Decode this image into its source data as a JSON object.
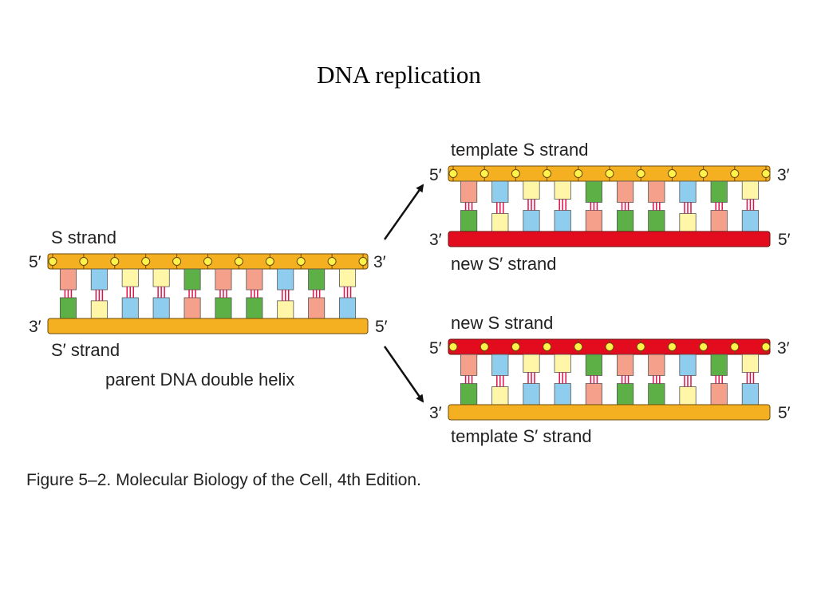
{
  "title": "DNA replication",
  "caption": "Figure 5–2. Molecular Biology of the Cell, 4th Edition.",
  "colors": {
    "template_strand": "#F5B021",
    "new_strand": "#E30B1E",
    "strand_outline": "#6b4a0a",
    "phosphate": "#FFF24A",
    "base_pink": "#F4A08A",
    "base_blue": "#8ECDEE",
    "base_yellow": "#FFF6A8",
    "base_green": "#5DB046",
    "h_bond": "#E3104A"
  },
  "parent": {
    "top_label": "S strand",
    "bottom_label": "S′ strand",
    "description": "parent DNA double helix",
    "top_left_end": "5′",
    "top_right_end": "3′",
    "bottom_left_end": "3′",
    "bottom_right_end": "5′"
  },
  "daughter_upper": {
    "top_label": "template S strand",
    "bottom_label": "new S′ strand",
    "top_left_end": "5′",
    "top_right_end": "3′",
    "bottom_left_end": "3′",
    "bottom_right_end": "5′"
  },
  "daughter_lower": {
    "top_label": "new S strand",
    "bottom_label": "template S′ strand",
    "top_left_end": "5′",
    "top_right_end": "3′",
    "bottom_left_end": "3′",
    "bottom_right_end": "5′"
  },
  "base_pairs": [
    [
      "pink",
      "green"
    ],
    [
      "blue",
      "yellow"
    ],
    [
      "yellow",
      "blue"
    ],
    [
      "yellow",
      "blue"
    ],
    [
      "green",
      "pink"
    ],
    [
      "pink",
      "green"
    ],
    [
      "pink",
      "green"
    ],
    [
      "blue",
      "yellow"
    ],
    [
      "green",
      "pink"
    ],
    [
      "yellow",
      "blue"
    ]
  ]
}
